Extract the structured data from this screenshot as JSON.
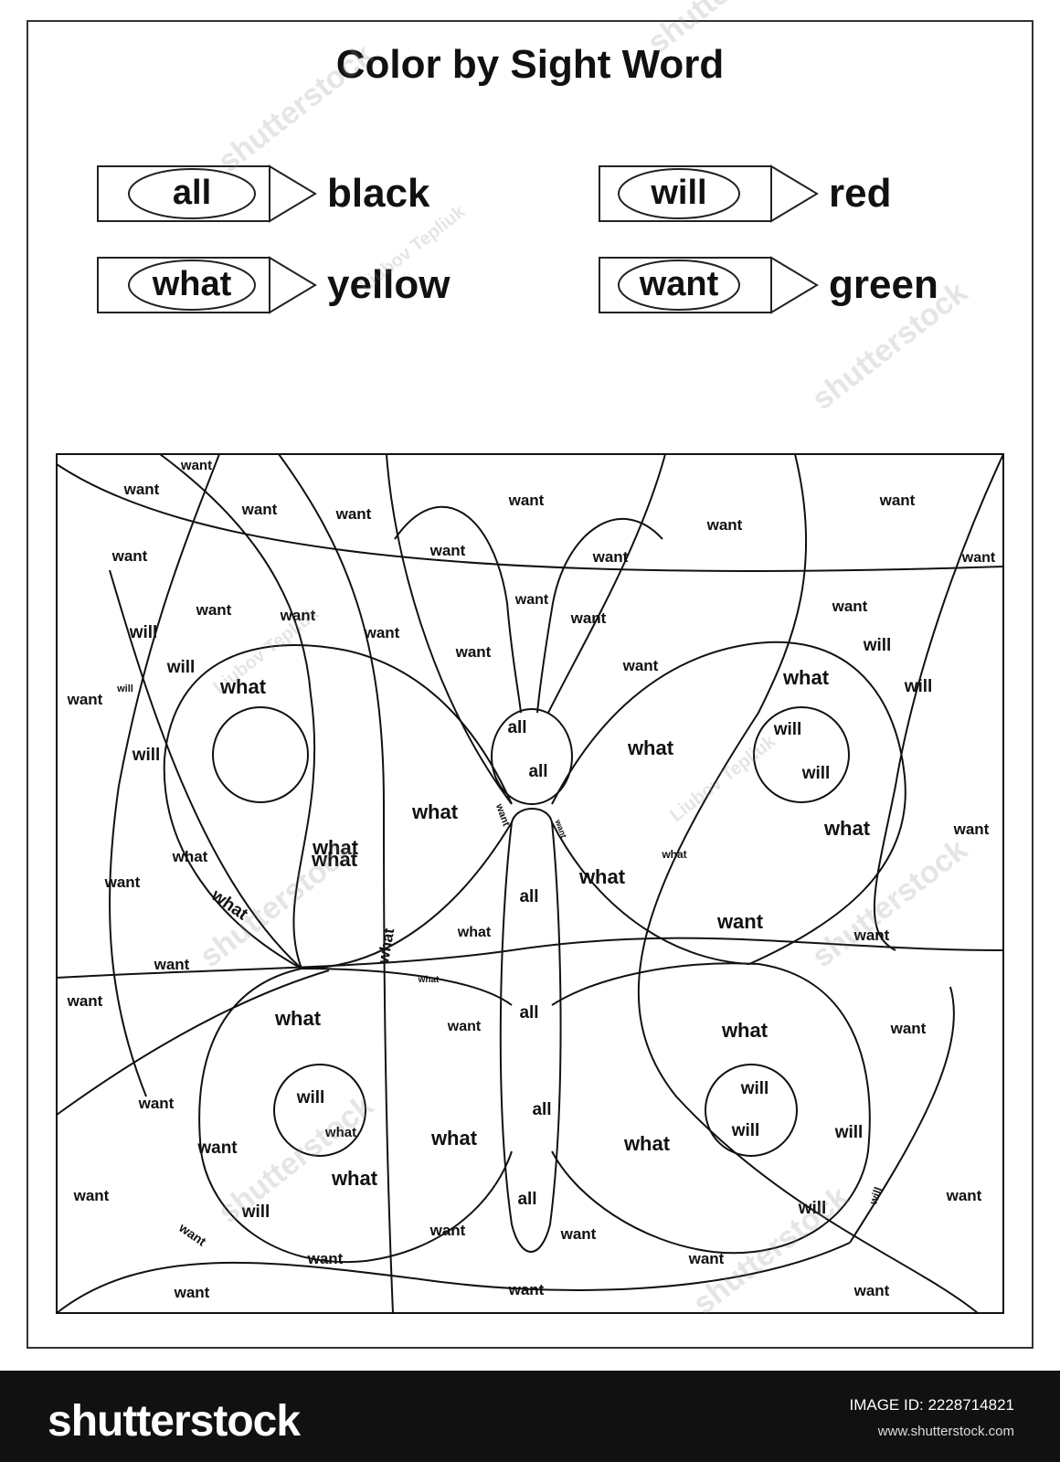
{
  "title": "Color by Sight Word",
  "key": [
    {
      "word": "all",
      "color_name": "black",
      "color": "#000000"
    },
    {
      "word": "will",
      "color_name": "red",
      "color": "#d62828"
    },
    {
      "word": "what",
      "color_name": "yellow",
      "color": "#f5d000"
    },
    {
      "word": "want",
      "color_name": "green",
      "color": "#2e9e3e"
    }
  ],
  "regions": [
    "want",
    "want",
    "want",
    "want",
    "want",
    "want",
    "want",
    "want",
    "want",
    "want",
    "want",
    "want",
    "want",
    "want",
    "want",
    "want",
    "want",
    "want",
    "want",
    "want",
    "will",
    "will",
    "will",
    "what",
    "will",
    "will",
    "want",
    "will",
    "what",
    "what",
    "want",
    "what",
    "what",
    "want",
    "want",
    "what",
    "what",
    "what",
    "want",
    "what",
    "what",
    "want",
    "what",
    "will",
    "will",
    "want",
    "want",
    "want",
    "will",
    "what",
    "what",
    "will",
    "want",
    "want",
    "want",
    "want",
    "want",
    "want",
    "want",
    "what",
    "all",
    "all",
    "want",
    "want",
    "what",
    "will",
    "will",
    "will",
    "all",
    "all",
    "all",
    "all",
    "want",
    "want",
    "will",
    "what",
    "what",
    "what",
    "what",
    "want",
    "want",
    "will",
    "what",
    "want"
  ],
  "watermark": {
    "brand": "shutterstock",
    "contributor": "Liubov Tepliuk"
  },
  "footer": {
    "logo": "shutterstock",
    "image_id": "IMAGE ID: 2228714821",
    "url": "www.shutterstock.com"
  }
}
